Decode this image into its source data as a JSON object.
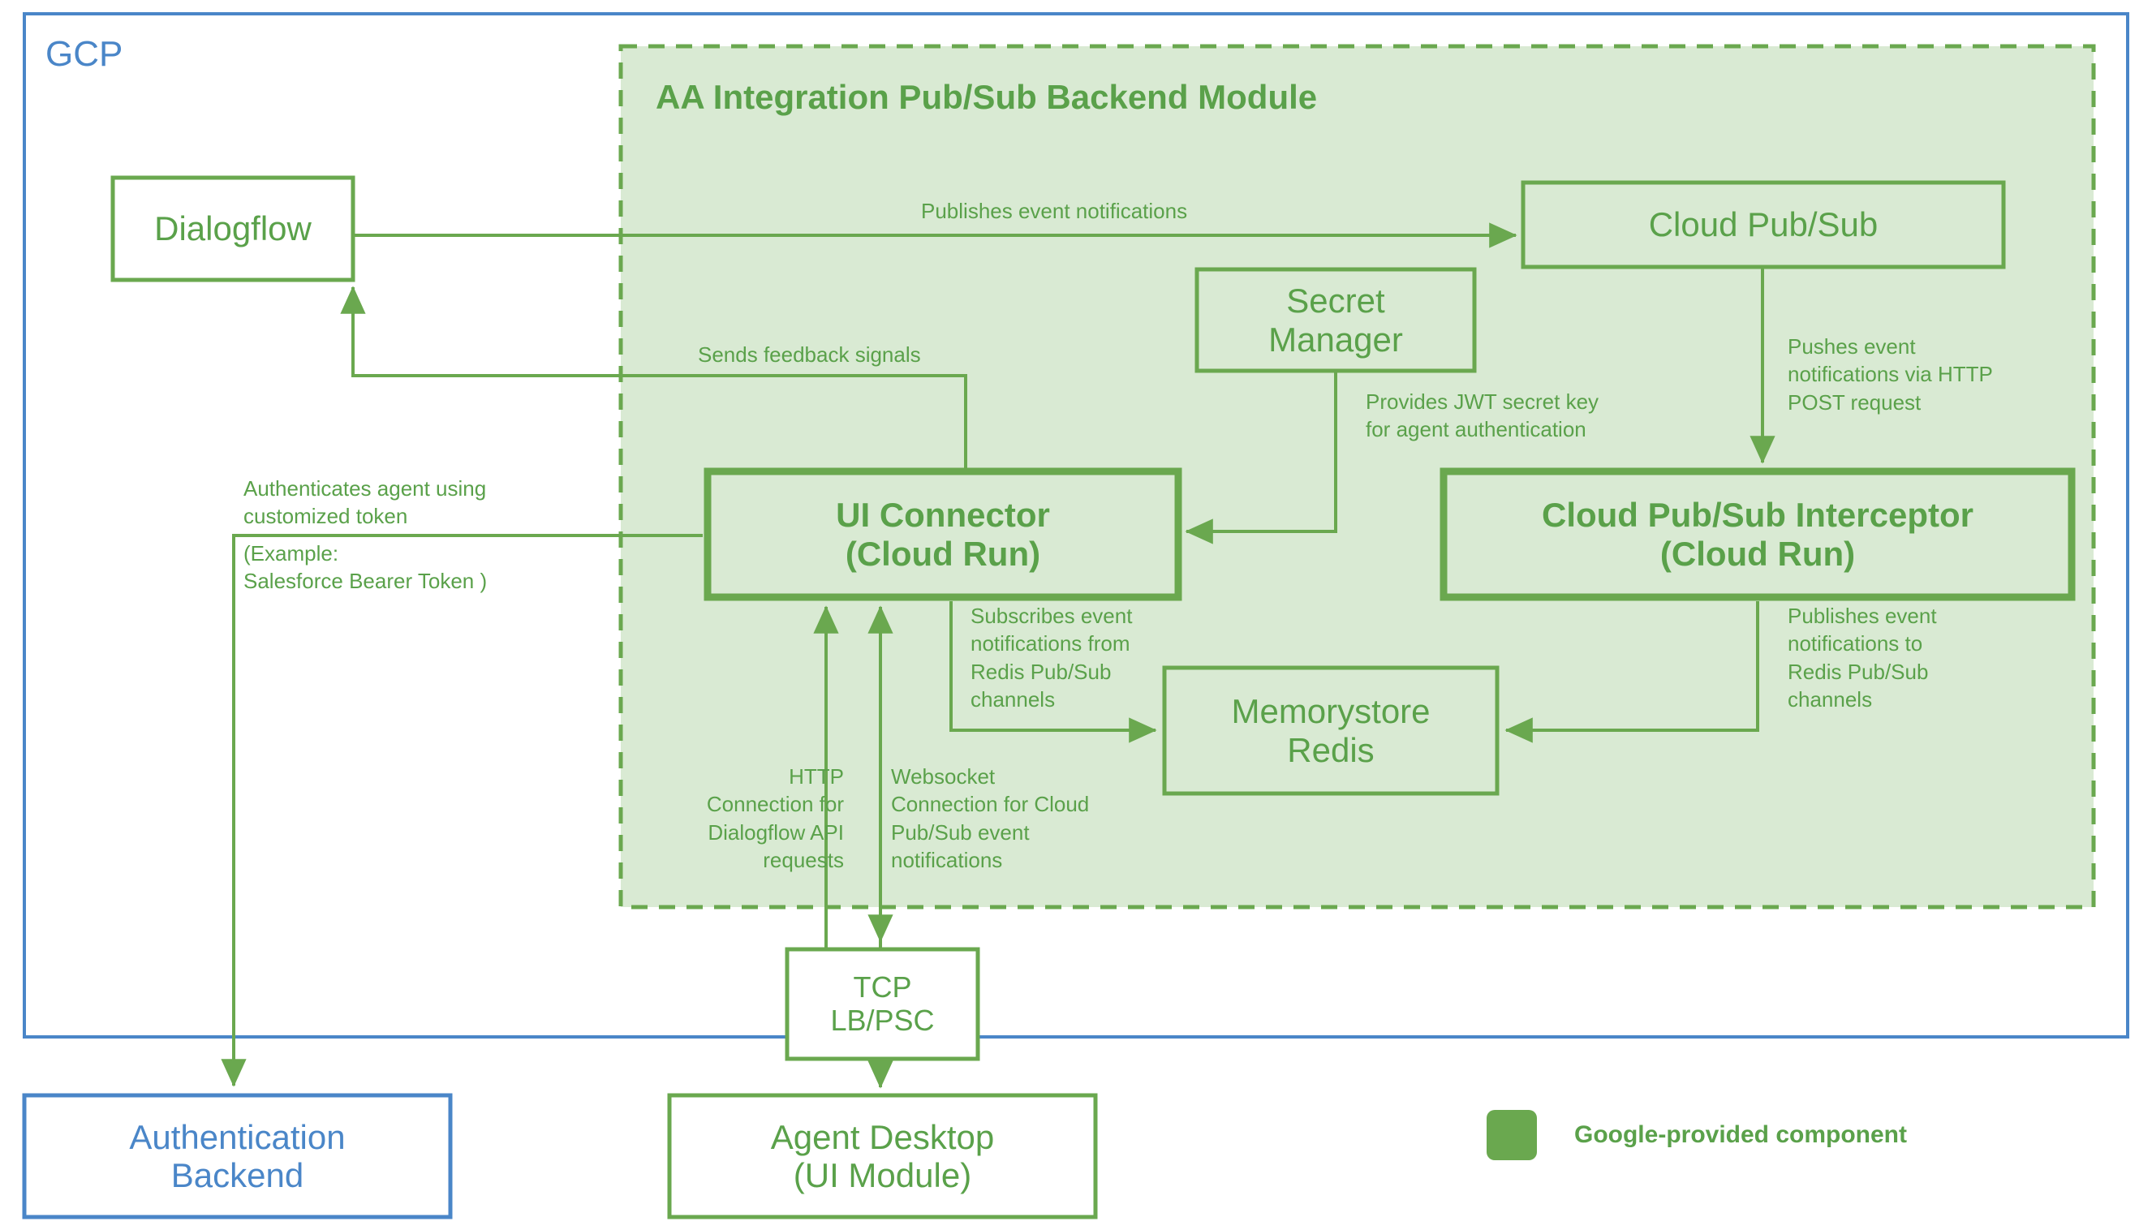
{
  "diagram": {
    "colors": {
      "gcp_border": "#4a86c8",
      "module_fill": "#d9ead3",
      "module_border": "#6aa84f",
      "green_text": "#5aa14a",
      "blue_text": "#4a86c8",
      "legend_swatch": "#6aa84f"
    },
    "gcp_boundary": {
      "label": "GCP"
    },
    "module": {
      "title": "AA Integration Pub/Sub Backend Module"
    },
    "nodes": {
      "dialogflow": {
        "label": "Dialogflow"
      },
      "cloud_pubsub": {
        "label": "Cloud Pub/Sub"
      },
      "secret_manager": {
        "label": "Secret\nManager"
      },
      "ui_connector": {
        "label": "UI Connector\n(Cloud Run)"
      },
      "interceptor": {
        "label": "Cloud Pub/Sub Interceptor\n(Cloud Run)"
      },
      "memorystore": {
        "label": "Memorystore\nRedis"
      },
      "tcp_lb": {
        "label": "TCP\nLB/PSC"
      },
      "agent_desktop": {
        "label": "Agent Desktop\n(UI Module)"
      },
      "auth_backend": {
        "label": "Authentication\nBackend"
      }
    },
    "edge_labels": {
      "publishes_event_notifications": "Publishes event notifications",
      "sends_feedback_signals": "Sends feedback signals",
      "provides_jwt": "Provides JWT secret key\nfor agent authentication",
      "pushes_event_http_post": "Pushes event\nnotifications via HTTP\nPOST request",
      "authenticates_agent": "Authenticates agent using\ncustomized token",
      "authenticates_agent_example": "(Example:\nSalesforce Bearer Token )",
      "subscribes_redis": "Subscribes event\nnotifications from\nRedis Pub/Sub\nchannels",
      "publishes_redis": "Publishes event\nnotifications to\nRedis Pub/Sub\nchannels",
      "http_dialogflow": "HTTP\nConnection for\nDialogflow API\nrequests",
      "websocket_pubsub": "Websocket\nConnection for Cloud\nPub/Sub event\nnotifications"
    },
    "legend": {
      "label": "Google-provided component"
    }
  }
}
